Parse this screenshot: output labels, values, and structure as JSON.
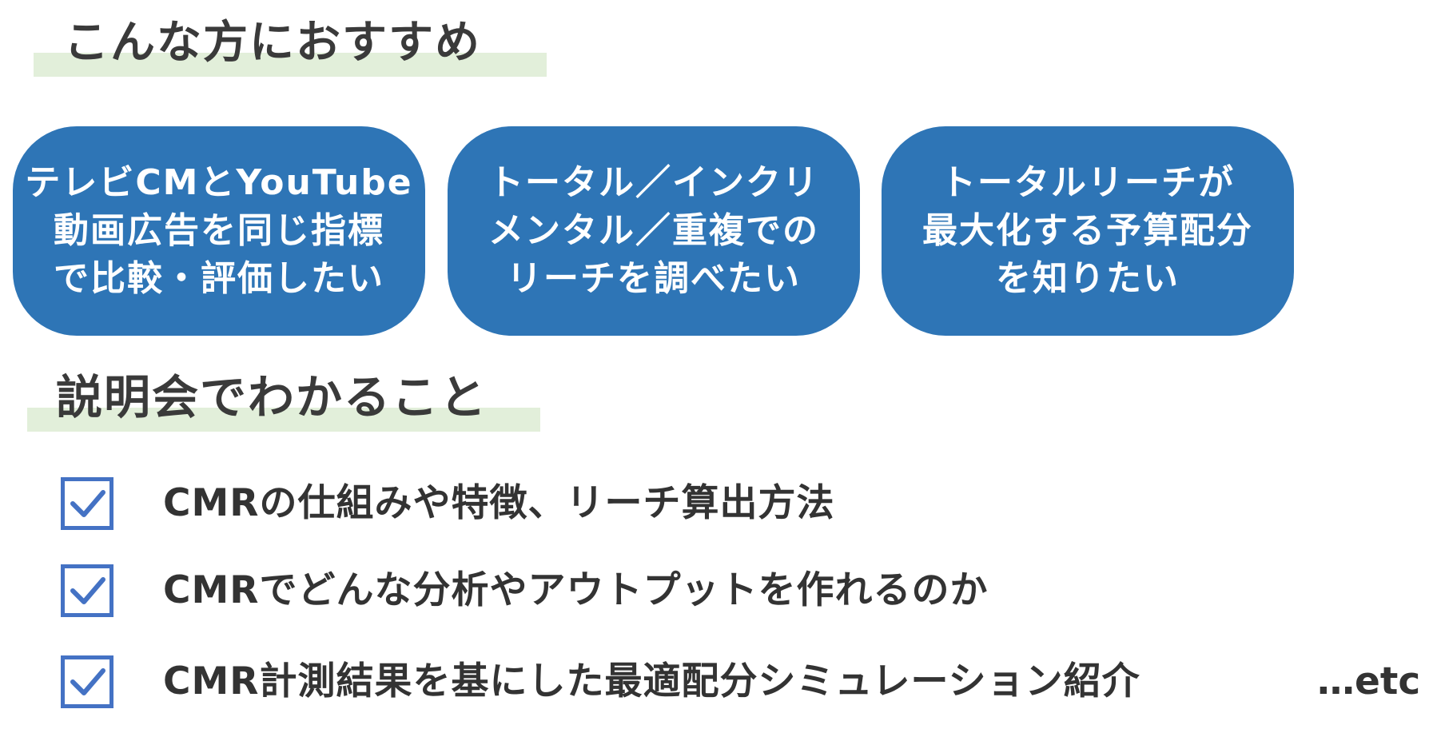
{
  "recommend": {
    "heading": "こんな方におすすめ",
    "cards": [
      {
        "lines": [
          "テレビCMとYouTube",
          "動画広告を同じ指標",
          "で比較・評価したい"
        ]
      },
      {
        "lines": [
          "トータル／インクリ",
          "メンタル／重複での",
          "リーチを調べたい"
        ]
      },
      {
        "lines": [
          "トータルリーチが",
          "最大化する予算配分",
          "を知りたい"
        ]
      }
    ]
  },
  "learn": {
    "heading": "説明会でわかること",
    "items": [
      {
        "text": "CMRの仕組みや特徴、リーチ算出方法",
        "icon": "checkbox-checked-icon"
      },
      {
        "text": "CMRでどんな分析やアウトプットを作れるのか",
        "icon": "checkbox-checked-icon"
      },
      {
        "text": "CMR計測結果を基にした最適配分シミュレーション紹介",
        "icon": "checkbox-checked-icon"
      }
    ],
    "etc": "…etc"
  },
  "colors": {
    "card_bg": "#2e75b6",
    "heading_highlight": "#e2efda",
    "checkbox": "#4472c4",
    "text": "#333333"
  }
}
